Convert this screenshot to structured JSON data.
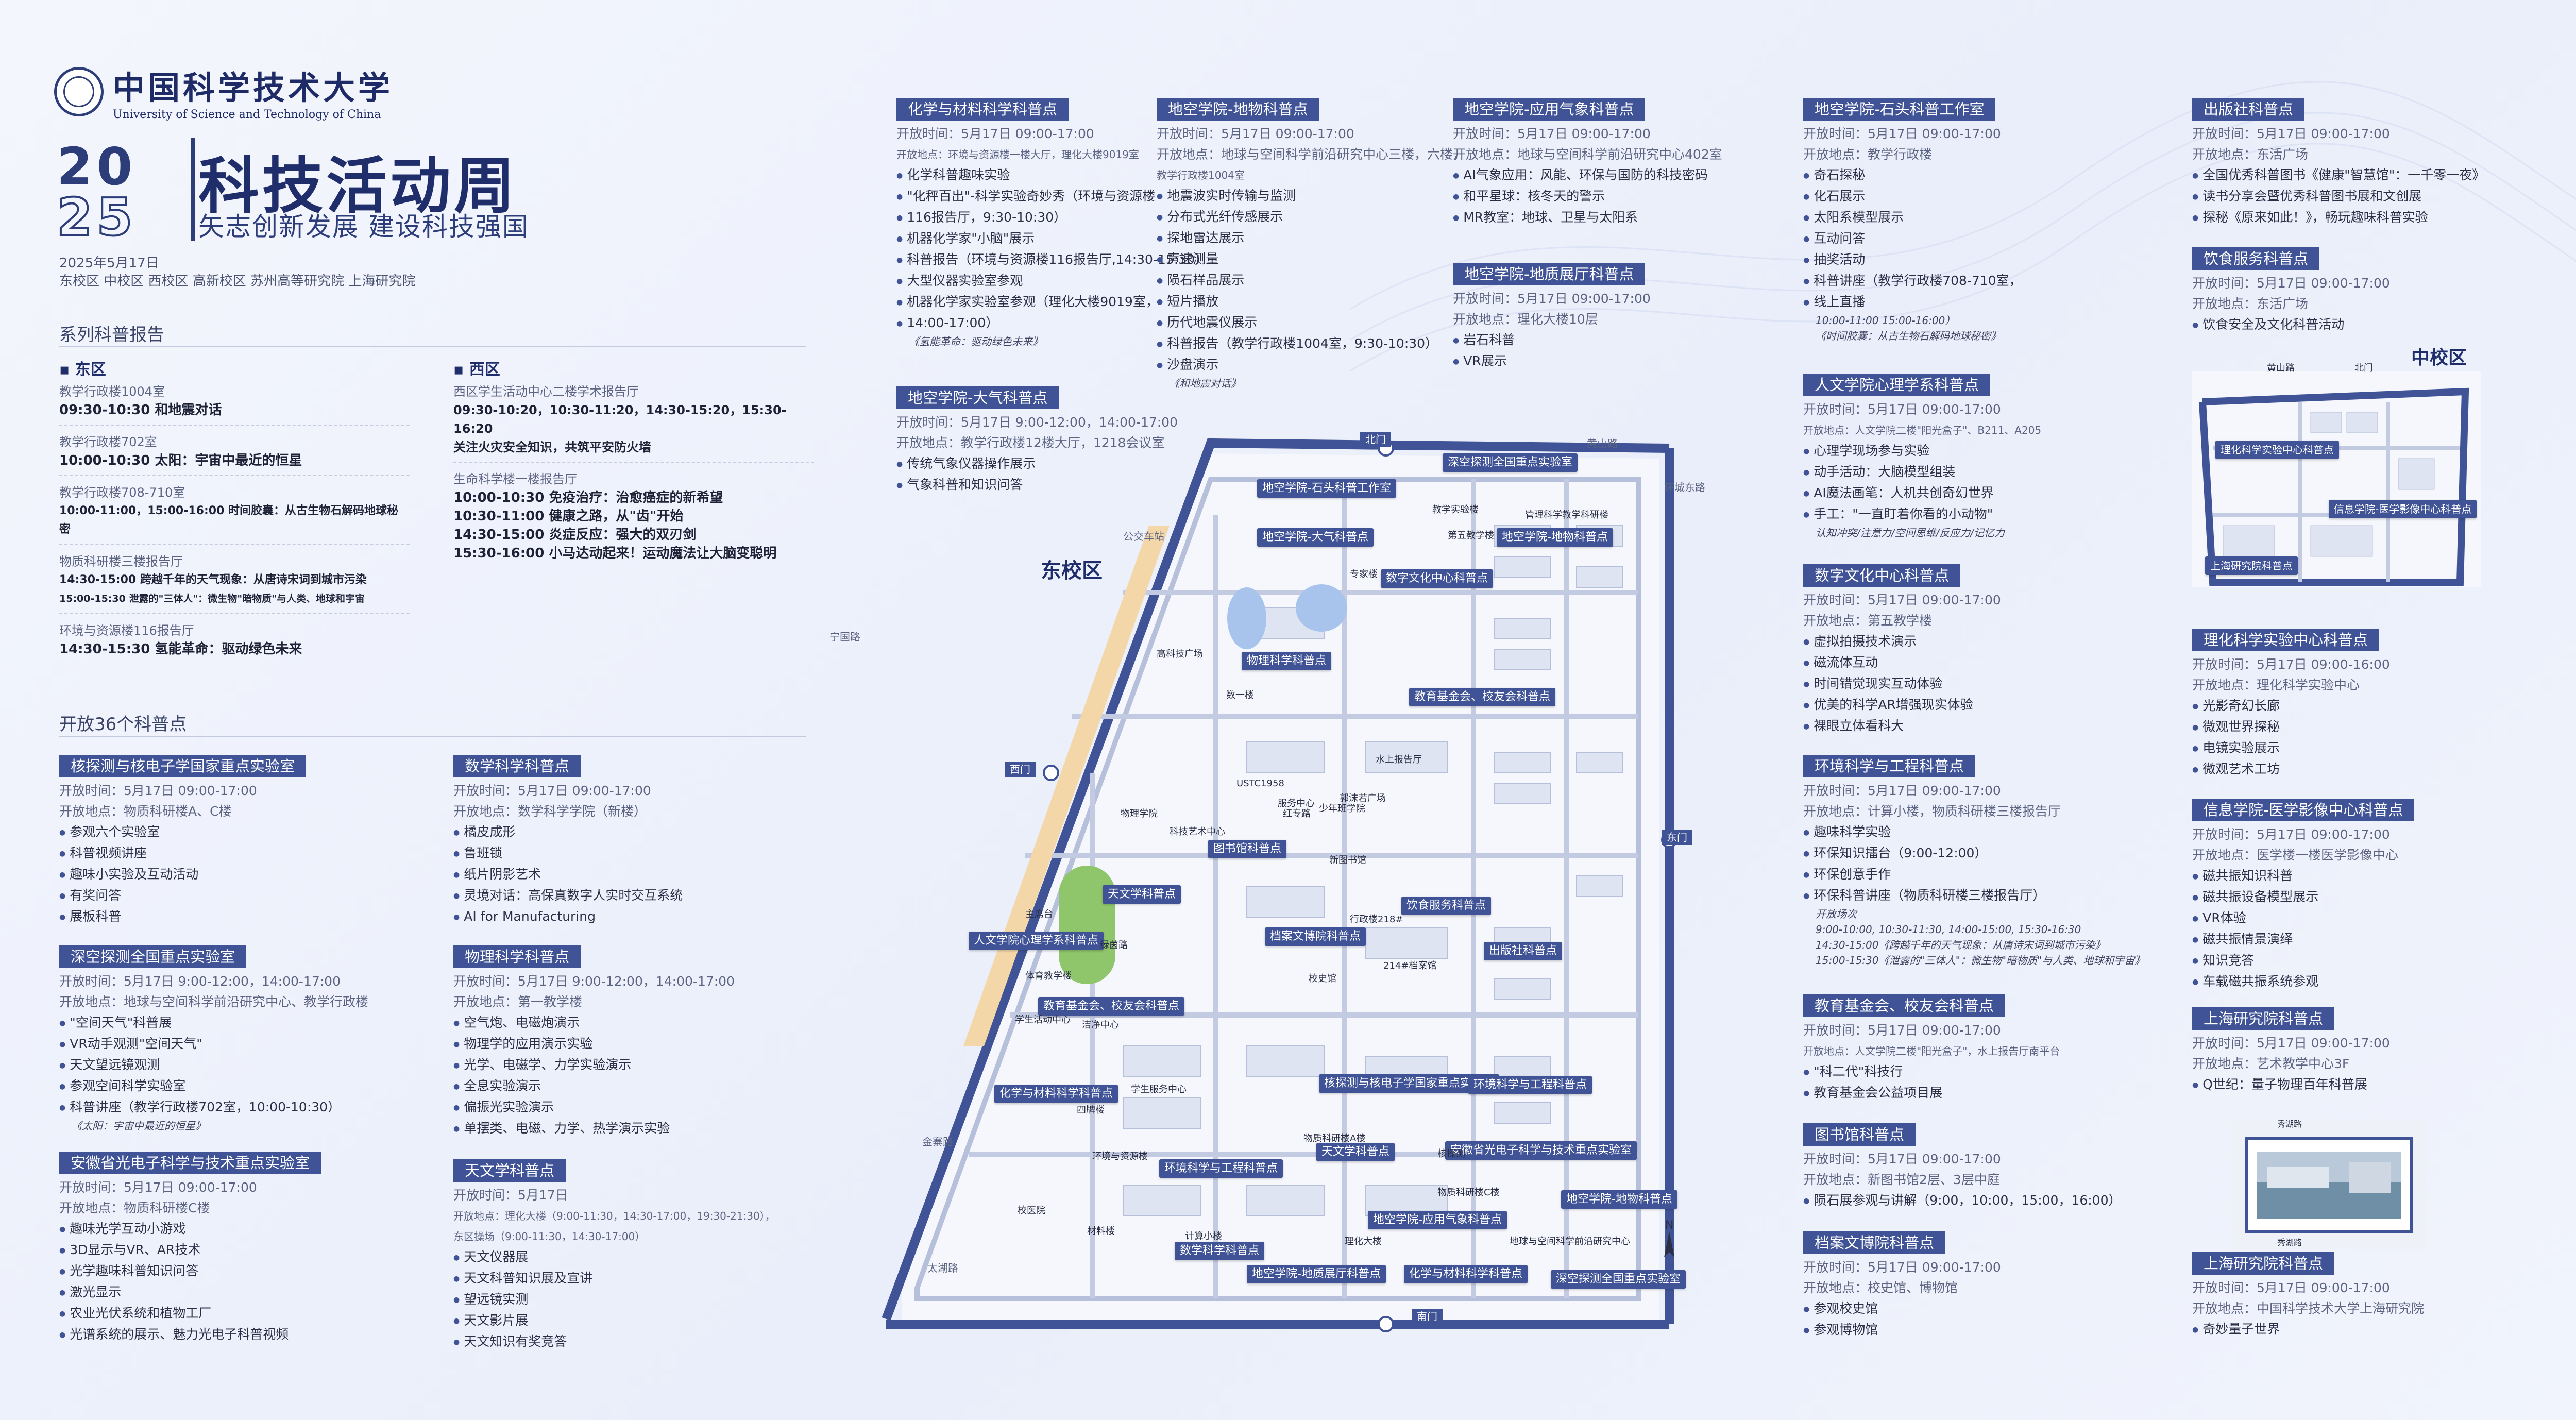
{
  "header": {
    "logo_cn": "中国科学技术大学",
    "logo_en": "University of Science and Technology of China",
    "year_top": "20",
    "year_bottom": "25",
    "title": "科技活动周",
    "subtitle": "矢志创新发展 建设科技强国",
    "date": "2025年5月17日",
    "campuses": "东校区 中校区 西校区 高新校区 苏州高等研究院 上海研究院"
  },
  "reports": {
    "heading": "系列科普报告",
    "east": {
      "name": "东区",
      "items": [
        {
          "loc": "教学行政楼1004室",
          "text": "09:30-10:30 和地震对话"
        },
        {
          "loc": "教学行政楼702室",
          "text": "10:00-10:30 太阳：宇宙中最近的恒星"
        },
        {
          "loc": "教学行政楼708-710室",
          "text": "10:00-11:00，15:00-16:00 时间胶囊：从古生物石解码地球秘密"
        },
        {
          "loc": "物质科研楼三楼报告厅",
          "text": "14:30-15:00 跨越千年的天气现象：从唐诗宋词到城市污染",
          "text2": "15:00-15:30 泄露的\"三体人\"：微生物\"暗物质\"与人类、地球和宇宙"
        },
        {
          "loc": "环境与资源楼116报告厅",
          "text": "14:30-15:30 氢能革命：驱动绿色未来"
        }
      ]
    },
    "west": {
      "name": "西区",
      "loc1": "西区学生活动中心二楼学术报告厅",
      "t1": "09:30-10:20，10:30-11:20，14:30-15:20，15:30-16:20",
      "t1b": "关注火灾安全知识，共筑平安防火墙",
      "loc2": "生命科学楼一楼报告厅",
      "lines": [
        "10:00-10:30 免疫治疗：治愈癌症的新希望",
        "10:30-11:00 健康之路，从\"齿\"开始",
        "14:30-15:00 炎症反应：强大的双刃剑",
        "15:30-16:00 小马达动起来！运动魔法让大脑变聪明"
      ]
    }
  },
  "points_heading": "开放36个科普点",
  "blocks": [
    {
      "id": "b1",
      "title": "核探测与核电子学国家重点实验室",
      "time": "开放时间：5月17日 09:00-17:00",
      "loc": "开放地点：物质科研楼A、C楼",
      "items": [
        "参观六个实验室",
        "科普视频讲座",
        "趣味小实验及互动活动",
        "有奖问答",
        "展板科普"
      ]
    },
    {
      "id": "b2",
      "title": "深空探测全国重点实验室",
      "time": "开放时间：5月17日 9:00-12:00，14:00-17:00",
      "loc": "开放地点：地球与空间科学前沿研究中心、教学行政楼",
      "items": [
        "\"空间天气\"科普展",
        "VR动手观测\"空间天气\"",
        "天文望远镜观测",
        "参观空间科学实验室",
        "科普讲座（教学行政楼702室，10:00-10:30）"
      ],
      "notes": [
        "《太阳：宇宙中最近的恒星》"
      ]
    },
    {
      "id": "b3",
      "title": "安徽省光电子科学与技术重点实验室",
      "time": "开放时间：5月17日 09:00-17:00",
      "loc": "开放地点：物质科研楼C楼",
      "items": [
        "趣味光学互动小游戏",
        "3D显示与VR、AR技术",
        "光学趣味科普知识问答",
        "激光显示",
        "农业光伏系统和植物工厂",
        "光谱系统的展示、魅力光电子科普视频"
      ]
    },
    {
      "id": "b4",
      "title": "数学科学科普点",
      "time": "开放时间：5月17日 09:00-17:00",
      "loc": "开放地点：数学科学学院（新楼）",
      "items": [
        "橘皮成形",
        "鲁班锁",
        "纸片阴影艺术",
        "灵境对话：高保真数字人实时交互系统",
        "AI for Manufacturing"
      ]
    },
    {
      "id": "b5",
      "title": "物理科学科普点",
      "time": "开放时间：5月17日 9:00-12:00，14:00-17:00",
      "loc": "开放地点：第一教学楼",
      "items": [
        "空气炮、电磁炮演示",
        "物理学的应用演示实验",
        "光学、电磁学、力学实验演示",
        "全息实验演示",
        "偏振光实验演示",
        "单摆类、电磁、力学、热学演示实验"
      ]
    },
    {
      "id": "b6",
      "title": "天文学科普点",
      "time": "开放时间：5月17日",
      "loc": "开放地点：理化大楼（9:00-11:30，14:30-17:00，19:30-21:30），",
      "loc2": "东区操场（9:00-11:30，14:30-17:00）",
      "items": [
        "天文仪器展",
        "天文科普知识展及宣讲",
        "望远镜实测",
        "天文影片展",
        "天文知识有奖竞答"
      ]
    },
    {
      "id": "b7",
      "title": "化学与材料科学科普点",
      "time": "开放时间：5月17日 09:00-17:00",
      "loc": "开放地点：环境与资源楼一楼大厅，理化大楼9019室",
      "items": [
        "化学科普趣味实验",
        "\"化秤百出\"-科学实验奇妙秀（环境与资源楼",
        "116报告厅，9:30-10:30）",
        "机器化学家\"小脑\"展示",
        "科普报告（环境与资源楼116报告厅,14:30-15:30）",
        "大型仪器实验室参观",
        "机器化学家实验室参观（理化大楼9019室，",
        "14:00-17:00）"
      ],
      "notes": [
        "《氢能革命：驱动绿色未来》"
      ]
    },
    {
      "id": "b8",
      "title": "地空学院-大气科普点",
      "time": "开放时间：5月17日 9:00-12:00，14:00-17:00",
      "loc": "开放地点：教学行政楼12楼大厅，1218会议室",
      "items": [
        "传统气象仪器操作展示",
        "气象科普和知识问答"
      ]
    },
    {
      "id": "b9",
      "title": "地空学院-地物科普点",
      "time": "开放时间：5月17日 09:00-17:00",
      "loc": "开放地点：地球与空间科学前沿研究中心三楼，六楼，",
      "loc2": "教学行政楼1004室",
      "items": [
        "地震波实时传输与监测",
        "分布式光纤传感展示",
        "探地雷达展示",
        "声速测量",
        "陨石样品展示",
        "短片播放",
        "历代地震仪展示",
        "科普报告（教学行政楼1004室，9:30-10:30）",
        "沙盘演示"
      ],
      "notes": [
        "《和地震对话》"
      ]
    },
    {
      "id": "b10",
      "title": "地空学院-应用气象科普点",
      "time": "开放时间：5月17日 09:00-17:00",
      "loc": "开放地点：地球与空间科学前沿研究中心402室",
      "items": [
        "AI气象应用：风能、环保与国防的科技密码",
        "和平星球：核冬天的警示",
        "MR教室：地球、卫星与太阳系"
      ]
    },
    {
      "id": "b11",
      "title": "地空学院-地质展厅科普点",
      "time": "开放时间：5月17日 09:00-17:00",
      "loc": "开放地点：理化大楼10层",
      "items": [
        "岩石科普",
        "VR展示"
      ]
    },
    {
      "id": "b12",
      "title": "地空学院-石头科普工作室",
      "time": "开放时间：5月17日 09:00-17:00",
      "loc": "开放地点：教学行政楼",
      "items": [
        "奇石探秘",
        "化石展示",
        "太阳系模型展示",
        "互动问答",
        "抽奖活动",
        "科普讲座（教学行政楼708-710室，",
        "线上直播"
      ],
      "notes": [
        "10:00-11:00 15:00-16:00）",
        "《时间胶囊：从古生物石解码地球秘密》"
      ]
    },
    {
      "id": "b13",
      "title": "人文学院心理学系科普点",
      "time": "开放时间：5月17日 09:00-17:00",
      "loc": "开放地点：人文学院二楼\"阳光盒子\"、B211、A205",
      "items": [
        "心理学现场参与实验",
        "动手活动：大脑模型组装",
        "AI魔法画笔：人机共创奇幻世界",
        "手工：\"一直盯着你看的小动物\""
      ],
      "notes": [
        "认知冲突/注意力/空间思维/反应力/记忆力"
      ]
    },
    {
      "id": "b14",
      "title": "数字文化中心科普点",
      "time": "开放时间：5月17日 09:00-17:00",
      "loc": "开放地点：第五教学楼",
      "items": [
        "虚拟拍摄技术演示",
        "磁流体互动",
        "时间错觉现实互动体验",
        "优美的科学AR增强现实体验",
        "裸眼立体看科大"
      ]
    },
    {
      "id": "b15",
      "title": "环境科学与工程科普点",
      "time": "开放时间：5月17日 09:00-17:00",
      "loc": "开放地点：计算小楼，物质科研楼三楼报告厅",
      "items": [
        "趣味科学实验",
        "环保知识擂台（9:00-12:00）",
        "环保创意手作",
        "环保科普讲座（物质科研楼三楼报告厅）"
      ],
      "notes": [
        "开放场次",
        "9:00-10:00, 10:30-11:30, 14:00-15:00, 15:30-16:30",
        "14:30-15:00《跨越千年的天气现象：从唐诗宋词到城市污染》",
        "15:00-15:30《泄露的\"三体人\"：微生物\"暗物质\"与人类、地球和宇宙》"
      ]
    },
    {
      "id": "b16",
      "title": "教育基金会、校友会科普点",
      "time": "开放时间：5月17日 09:00-17:00",
      "loc": "开放地点：人文学院二楼\"阳光盒子\"，水上报告厅南平台",
      "items": [
        "\"科二代\"科技行",
        "教育基金会公益项目展"
      ]
    },
    {
      "id": "b17",
      "title": "图书馆科普点",
      "time": "开放时间：5月17日 09:00-17:00",
      "loc": "开放地点：新图书馆2层、3层中庭",
      "items": [
        "陨石展参观与讲解（9:00，10:00，15:00，16:00）"
      ]
    },
    {
      "id": "b18",
      "title": "档案文博院科普点",
      "time": "开放时间：5月17日 09:00-17:00",
      "loc": "开放地点：校史馆、博物馆",
      "items": [
        "参观校史馆",
        "参观博物馆"
      ]
    },
    {
      "id": "b19",
      "title": "出版社科普点",
      "time": "开放时间：5月17日 09:00-17:00",
      "loc": "开放地点：东活广场",
      "items": [
        "全国优秀科普图书《健康\"智慧馆\"：一千零一夜》",
        "读书分享会暨优秀科普图书展和文创展",
        "探秘《原来如此！》，畅玩趣味科普实验"
      ]
    },
    {
      "id": "b20",
      "title": "饮食服务科普点",
      "time": "开放时间：5月17日 09:00-17:00",
      "loc": "开放地点：东活广场",
      "items": [
        "饮食安全及文化科普活动"
      ]
    },
    {
      "id": "b21",
      "title": "理化科学实验中心科普点",
      "time": "开放时间：5月17日 09:00-16:00",
      "loc": "开放地点：理化科学实验中心",
      "items": [
        "光影奇幻长廊",
        "微观世界探秘",
        "电镜实验展示",
        "微观艺术工坊"
      ]
    },
    {
      "id": "b22",
      "title": "信息学院-医学影像中心科普点",
      "time": "开放时间：5月17日 09:00-17:00",
      "loc": "开放地点：医学楼一楼医学影像中心",
      "items": [
        "磁共振知识科普",
        "磁共振设备模型展示",
        "VR体验",
        "磁共振情景演绎",
        "知识竞答",
        "车载磁共振系统参观"
      ]
    },
    {
      "id": "b23",
      "title": "上海研究院科普点",
      "time": "开放时间：5月17日 09:00-17:00",
      "loc": "开放地点：艺术教学中心3F",
      "items": [
        "Q世纪：量子物理百年科普展"
      ]
    },
    {
      "id": "b24",
      "title": "上海研究院科普点",
      "time": "开放时间：5月17日 09:00-17:00",
      "loc": "开放地点：中国科学技术大学上海研究院",
      "items": [
        "奇妙量子世界"
      ]
    }
  ],
  "map": {
    "campus_name": "东校区",
    "gates": [
      "北门",
      "西门",
      "东门",
      "南门"
    ],
    "roads": [
      "黄山路",
      "太湖路",
      "金寨路",
      "宁国路",
      "环城东路",
      "公交车站"
    ],
    "callouts": [
      "深空探测全国重点实验室",
      "地空学院-石头科普工作室",
      "地空学院-大气科普点",
      "数字文化中心科普点",
      "地空学院-地物科普点",
      "物理科学科普点",
      "教育基金会、校友会科普点",
      "图书馆科普点",
      "天文学科普点",
      "人文学院心理学系科普点",
      "档案文博院科普点",
      "饮食服务科普点",
      "出版社科普点",
      "教育基金会、校友会科普点",
      "化学与材料科学科普点",
      "核探测与核电子学国家重点实验室",
      "环境科学与工程科普点",
      "安徽省光电子科学与技术重点实验室",
      "环境科学与工程科普点",
      "天文学科普点",
      "数学科学科普点",
      "地空学院-应用气象科普点",
      "地空学院-地物科普点",
      "地空学院-地质展厅科普点",
      "化学与材料科学科普点",
      "深空探测全国重点实验室"
    ],
    "places": [
      "管理科学教学科研楼",
      "教学实验楼",
      "第五教学楼",
      "专家楼",
      "高科技广场",
      "数一楼",
      "USTC1958",
      "服务中心",
      "物理学院",
      "科技艺术中心",
      "红专路",
      "少年班学院",
      "郭沫若广场",
      "水上报告厅",
      "新图书馆",
      "行政楼218#",
      "214#档案馆",
      "校史馆",
      "体育教学楼",
      "主席台",
      "绿茵路",
      "学生活动中心",
      "洁净中心",
      "校医院",
      "材料楼",
      "计算小楼",
      "理化大楼",
      "环境与资源楼",
      "核探测",
      "地球与空间科学前沿研究中心",
      "物质科研楼A楼",
      "物质科研楼C楼",
      "学生服务中心",
      "四牌楼"
    ]
  },
  "inset": {
    "title": "中校区",
    "callouts": [
      "理化科学实验中心科普点",
      "信息学院-医学影像中心科普点",
      "上海研究院科普点"
    ],
    "roads": [
      "黄山路",
      "北门"
    ]
  },
  "photo": {
    "label_top": "秀湖路",
    "label_bottom": "秀湖路"
  },
  "colors": {
    "accent": "#3f5396",
    "title": "#1f2e6b",
    "map_road": "#b6c0db",
    "map_wall": "#3f5396",
    "lawn": "#8fc56b"
  }
}
